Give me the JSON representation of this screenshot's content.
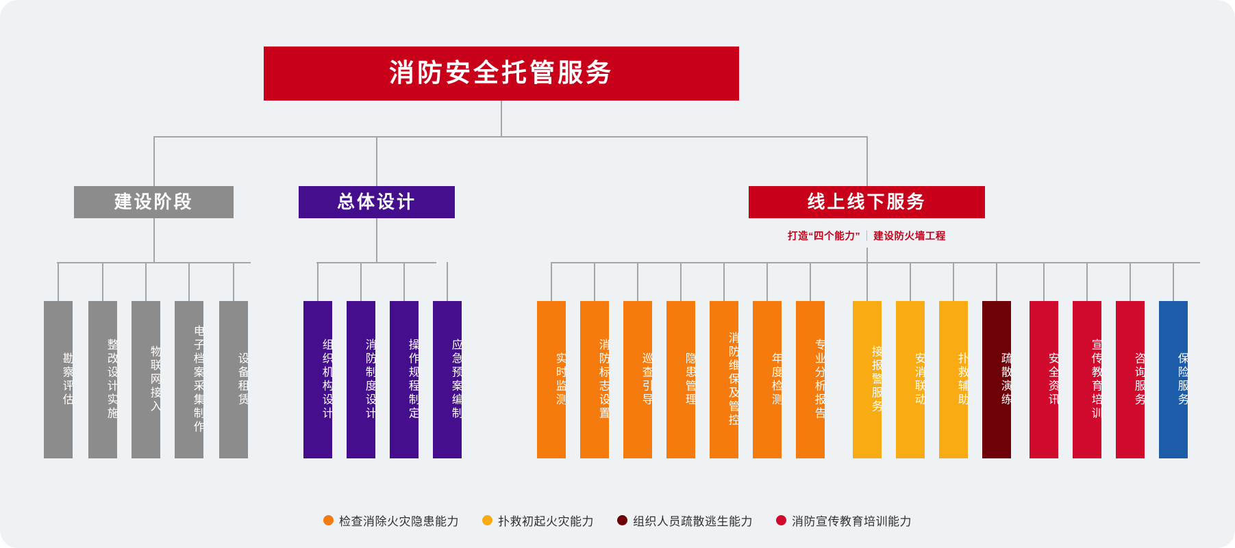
{
  "root": {
    "label": "消防安全托管服务",
    "color": "#c80019"
  },
  "branches": [
    {
      "id": "build",
      "label": "建设阶段",
      "color": "#8c8c8c",
      "subtitle": null,
      "items": [
        {
          "label": "勘察评估",
          "color": "#8c8c8c"
        },
        {
          "label": "整改设计实施",
          "color": "#8c8c8c"
        },
        {
          "label": "物联网接入",
          "color": "#8c8c8c"
        },
        {
          "label": "电子档案采集制作",
          "color": "#8c8c8c"
        },
        {
          "label": "设备租赁",
          "color": "#8c8c8c"
        }
      ]
    },
    {
      "id": "design",
      "label": "总体设计",
      "color": "#440e8c",
      "subtitle": null,
      "items": [
        {
          "label": "组织机构设计",
          "color": "#440e8c"
        },
        {
          "label": "消防制度设计",
          "color": "#440e8c"
        },
        {
          "label": "操作规程制定",
          "color": "#440e8c"
        },
        {
          "label": "应急预案编制",
          "color": "#440e8c"
        }
      ]
    },
    {
      "id": "service",
      "label": "线上线下服务",
      "color": "#c80019",
      "subtitle": {
        "left": "打造“四个能力”",
        "right": "建设防火墙工程"
      },
      "items": [
        {
          "label": "实时监测",
          "color": "#f57b0e"
        },
        {
          "label": "消防标志设置",
          "color": "#f57b0e"
        },
        {
          "label": "巡查引导",
          "color": "#f57b0e"
        },
        {
          "label": "隐患管理",
          "color": "#f57b0e"
        },
        {
          "label": "消防维保及管控",
          "color": "#f57b0e"
        },
        {
          "label": "年度检测",
          "color": "#f57b0e"
        },
        {
          "label": "专业分析报告",
          "color": "#f57b0e"
        },
        {
          "label": "接报警服务",
          "color": "#f9ab14"
        },
        {
          "label": "安消联动",
          "color": "#f9ab14"
        },
        {
          "label": "扑救辅助",
          "color": "#f9ab14"
        },
        {
          "label": "疏散演练",
          "color": "#6e0008"
        },
        {
          "label": "安全资讯",
          "color": "#cf0a2c"
        },
        {
          "label": "宣传教育培训",
          "color": "#cf0a2c"
        },
        {
          "label": "咨询服务",
          "color": "#cf0a2c"
        },
        {
          "label": "保险服务",
          "color": "#1c5ca8"
        }
      ]
    }
  ],
  "legend": [
    {
      "label": "检查消除火灾隐患能力",
      "color": "#f57b0e"
    },
    {
      "label": "扑救初起火灾能力",
      "color": "#f9ab14"
    },
    {
      "label": "组织人员疏散逃生能力",
      "color": "#6e0008"
    },
    {
      "label": "消防宣传教育培训能力",
      "color": "#cf0a2c"
    }
  ],
  "line_color": "#a3a5a6"
}
